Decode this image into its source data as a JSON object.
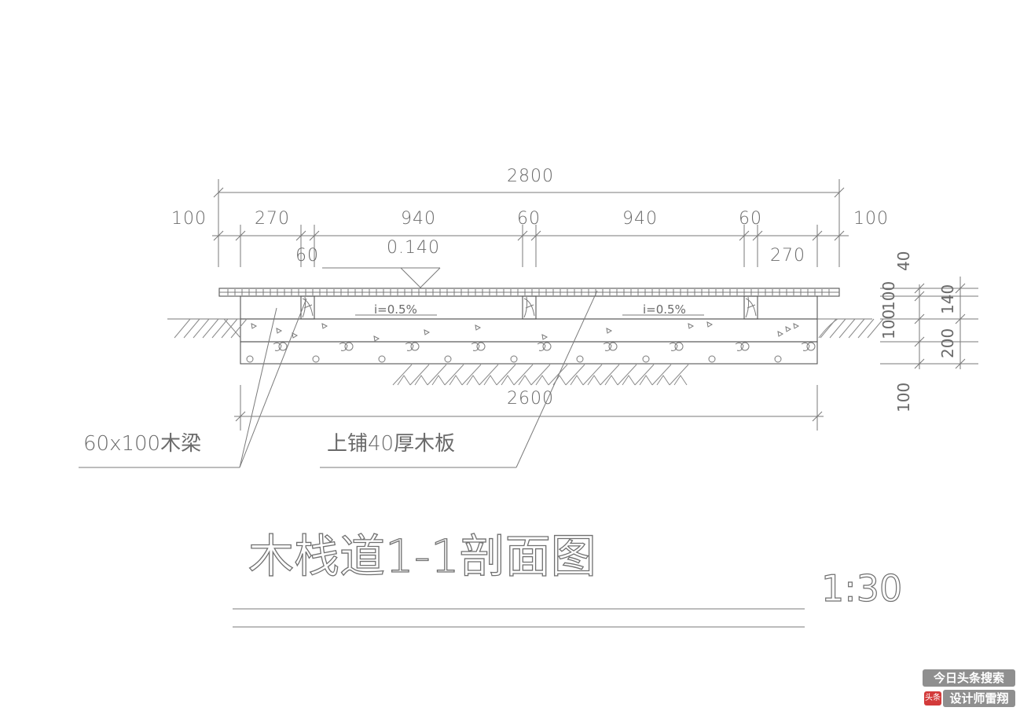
{
  "dimensions": {
    "overall_top": "2800",
    "edge_left": "100",
    "edge_right": "100",
    "seg_270_left": "270",
    "seg_940_a": "940",
    "seg_60_a": "60",
    "seg_940_b": "940",
    "seg_60_b": "60",
    "seg_60_c": "60",
    "seg_270_right": "270",
    "overall_bottom": "2600",
    "right_40": "40",
    "right_100_a": "100",
    "right_140": "140",
    "right_100_b": "100",
    "right_200": "200",
    "right_100_c": "100"
  },
  "elevation": "0.140",
  "slopes": [
    "i=0.5%",
    "i=0.5%"
  ],
  "notes": {
    "beam": "60x100木梁",
    "board": "上铺40厚木板"
  },
  "title": "木栈道1-1剖面图",
  "scale": "1:30",
  "watermark": {
    "search": "今日头条搜索",
    "author": "设计师雷翔",
    "logo": "头条"
  }
}
